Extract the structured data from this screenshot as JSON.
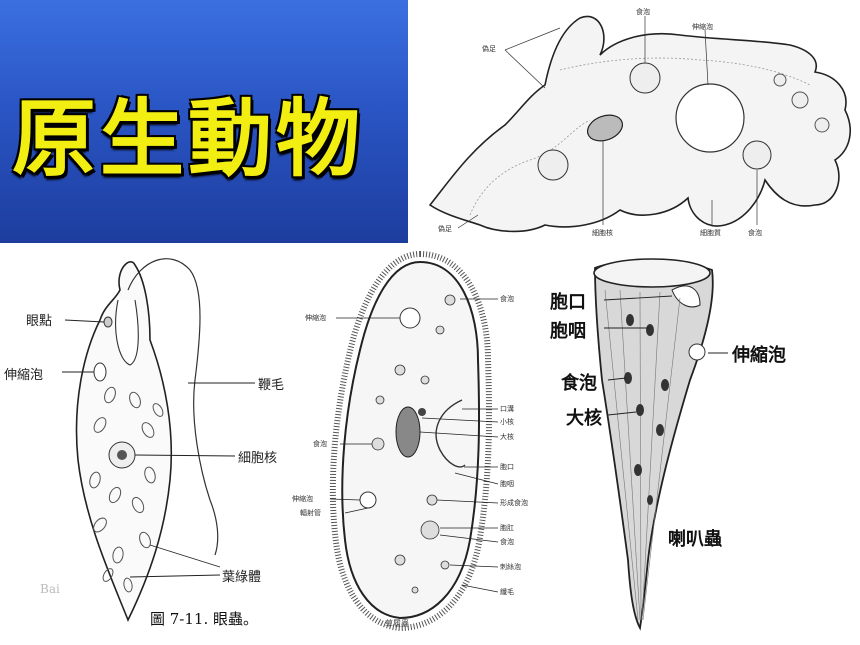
{
  "title": "原生動物",
  "amoeba": {
    "labels": {
      "pseudopod_top": "偽足",
      "food_vacuole_top": "食泡",
      "contractile_vacuole": "伸縮泡",
      "pseudopod_left": "偽足",
      "nucleus": "細胞核",
      "cytoplasm": "細胞質",
      "food_vacuole_bottom": "食泡"
    }
  },
  "euglena": {
    "labels": {
      "eyespot": "眼點",
      "contractile_vacuole": "伸縮泡",
      "flagellum": "鞭毛",
      "nucleus": "細胞核",
      "chloroplast": "葉綠體"
    },
    "caption": "圖 7-11.  眼蟲。",
    "watermark": "Bai"
  },
  "paramecium": {
    "labels": {
      "contractile_vacuole_top": "伸縮泡",
      "food_vacuole_top": "食泡",
      "oral_groove": "口溝",
      "micronucleus": "小核",
      "macronucleus": "大核",
      "food_vacuole_left": "食泡",
      "cytostome": "胞口",
      "cytopharynx": "胞咽",
      "forming_food_vacuole": "形成食泡",
      "contractile_vacuole_bottom": "伸縮泡",
      "radial_canal": "輻射管",
      "anal_pore": "胞肛",
      "food_vacuole_bottom": "食泡",
      "trichocyst": "刺絲泡",
      "cilia": "纖毛"
    },
    "caption": "草履蟲"
  },
  "stentor": {
    "labels": {
      "cytostome": "胞口",
      "cytopharynx": "胞咽",
      "contractile_vacuole": "伸縮泡",
      "food_vacuole": "食泡",
      "macronucleus": "大核"
    },
    "caption": "喇叭蟲"
  }
}
